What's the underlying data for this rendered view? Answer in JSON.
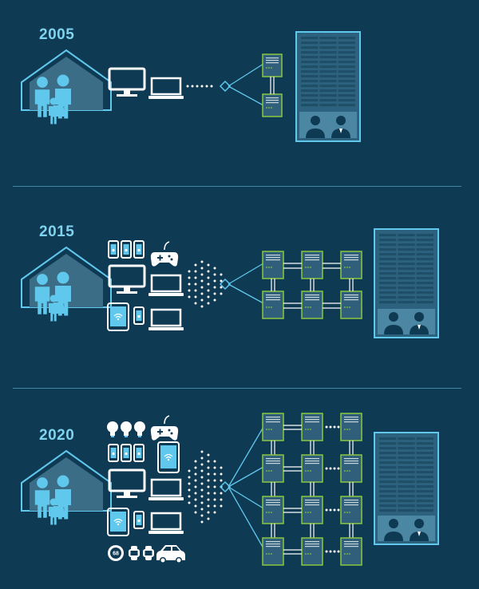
{
  "colors": {
    "background": "#0f3a53",
    "accent_blue": "#5fc8ec",
    "house_fill": "#3c6d86",
    "server_green": "#8cc63f",
    "server_fill": "#2f5f7a",
    "white": "#ffffff"
  },
  "eras": [
    {
      "year": "2005",
      "devices": [
        "desktop-monitor",
        "laptop"
      ],
      "server_layout": {
        "rows": 2,
        "cols": 1,
        "extends": false
      }
    },
    {
      "year": "2015",
      "devices": [
        "phone",
        "phone",
        "phone",
        "game-controller",
        "desktop-monitor",
        "laptop",
        "tablet",
        "phone",
        "laptop"
      ],
      "server_layout": {
        "rows": 2,
        "cols": 3,
        "extends": false
      }
    },
    {
      "year": "2020",
      "devices": [
        "light-bulb",
        "light-bulb",
        "light-bulb",
        "game-controller",
        "phone",
        "phone",
        "phone",
        "tablet",
        "desktop-monitor",
        "laptop",
        "tablet",
        "phone",
        "laptop",
        "thermostat",
        "smartwatch",
        "smartwatch",
        "car"
      ],
      "server_layout": {
        "rows": 4,
        "cols": 3,
        "extends": true
      }
    }
  ],
  "thermostat_label": "68"
}
